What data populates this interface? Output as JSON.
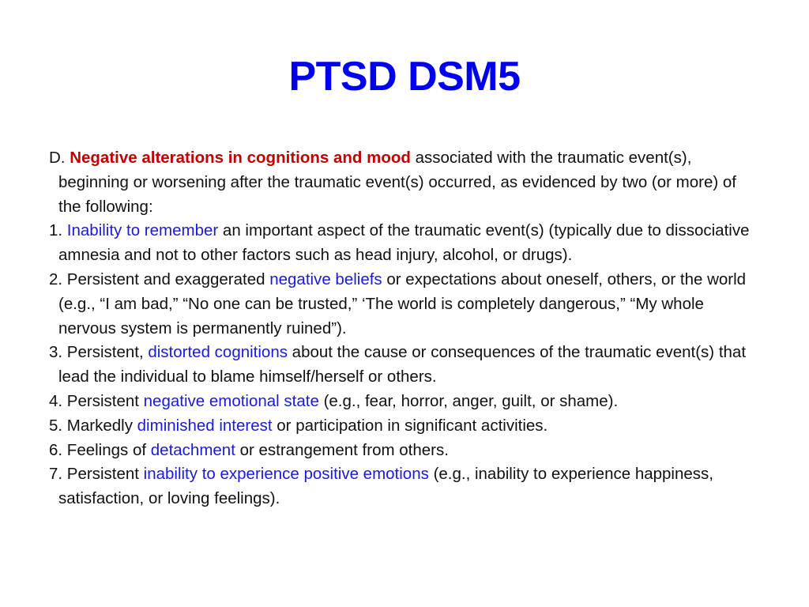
{
  "slide": {
    "title": "PTSD DSM5",
    "colors": {
      "title": "#0000ee",
      "criterion_highlight": "#c00000",
      "symptom_highlight": "#1a1adc",
      "text": "#111111",
      "background": "#ffffff"
    },
    "criterion": {
      "prefix": "D. ",
      "highlight": "Negative alterations in cognitions and mood",
      "rest": " associated with the traumatic event(s), beginning or worsening after the traumatic event(s) occurred, as evidenced by two (or more) of the following:"
    },
    "items": [
      {
        "prefix": "1. ",
        "highlight": "Inability to remember",
        "rest": " an important aspect of the traumatic event(s) (typically due to dissociative amnesia and not to other factors such as head injury, alcohol, or drugs)."
      },
      {
        "prefix": "2. Persistent and exaggerated ",
        "highlight": "negative beliefs",
        "rest": " or expectations about oneself, others, or the world (e.g., “I am bad,” “No one can be trusted,” ‘The world is completely dangerous,” “My whole nervous system is permanently ruined”)."
      },
      {
        "prefix": "3. Persistent, ",
        "highlight": "distorted cognitions",
        "rest": " about the cause or consequences of the traumatic event(s) that lead the individual to blame himself/herself or others."
      },
      {
        "prefix": "4. Persistent ",
        "highlight": "negative emotional state",
        "rest": " (e.g., fear, horror, anger, guilt, or shame)."
      },
      {
        "prefix": "5. Markedly ",
        "highlight": "diminished interest",
        "rest": " or participation in significant activities."
      },
      {
        "prefix": "6. Feelings of ",
        "highlight": "detachment",
        "rest": " or estrangement from others."
      },
      {
        "prefix": "7. Persistent ",
        "highlight": "inability to experience positive emotions",
        "rest": " (e.g., inability to experience happiness, satisfaction, or loving feelings)."
      }
    ]
  }
}
